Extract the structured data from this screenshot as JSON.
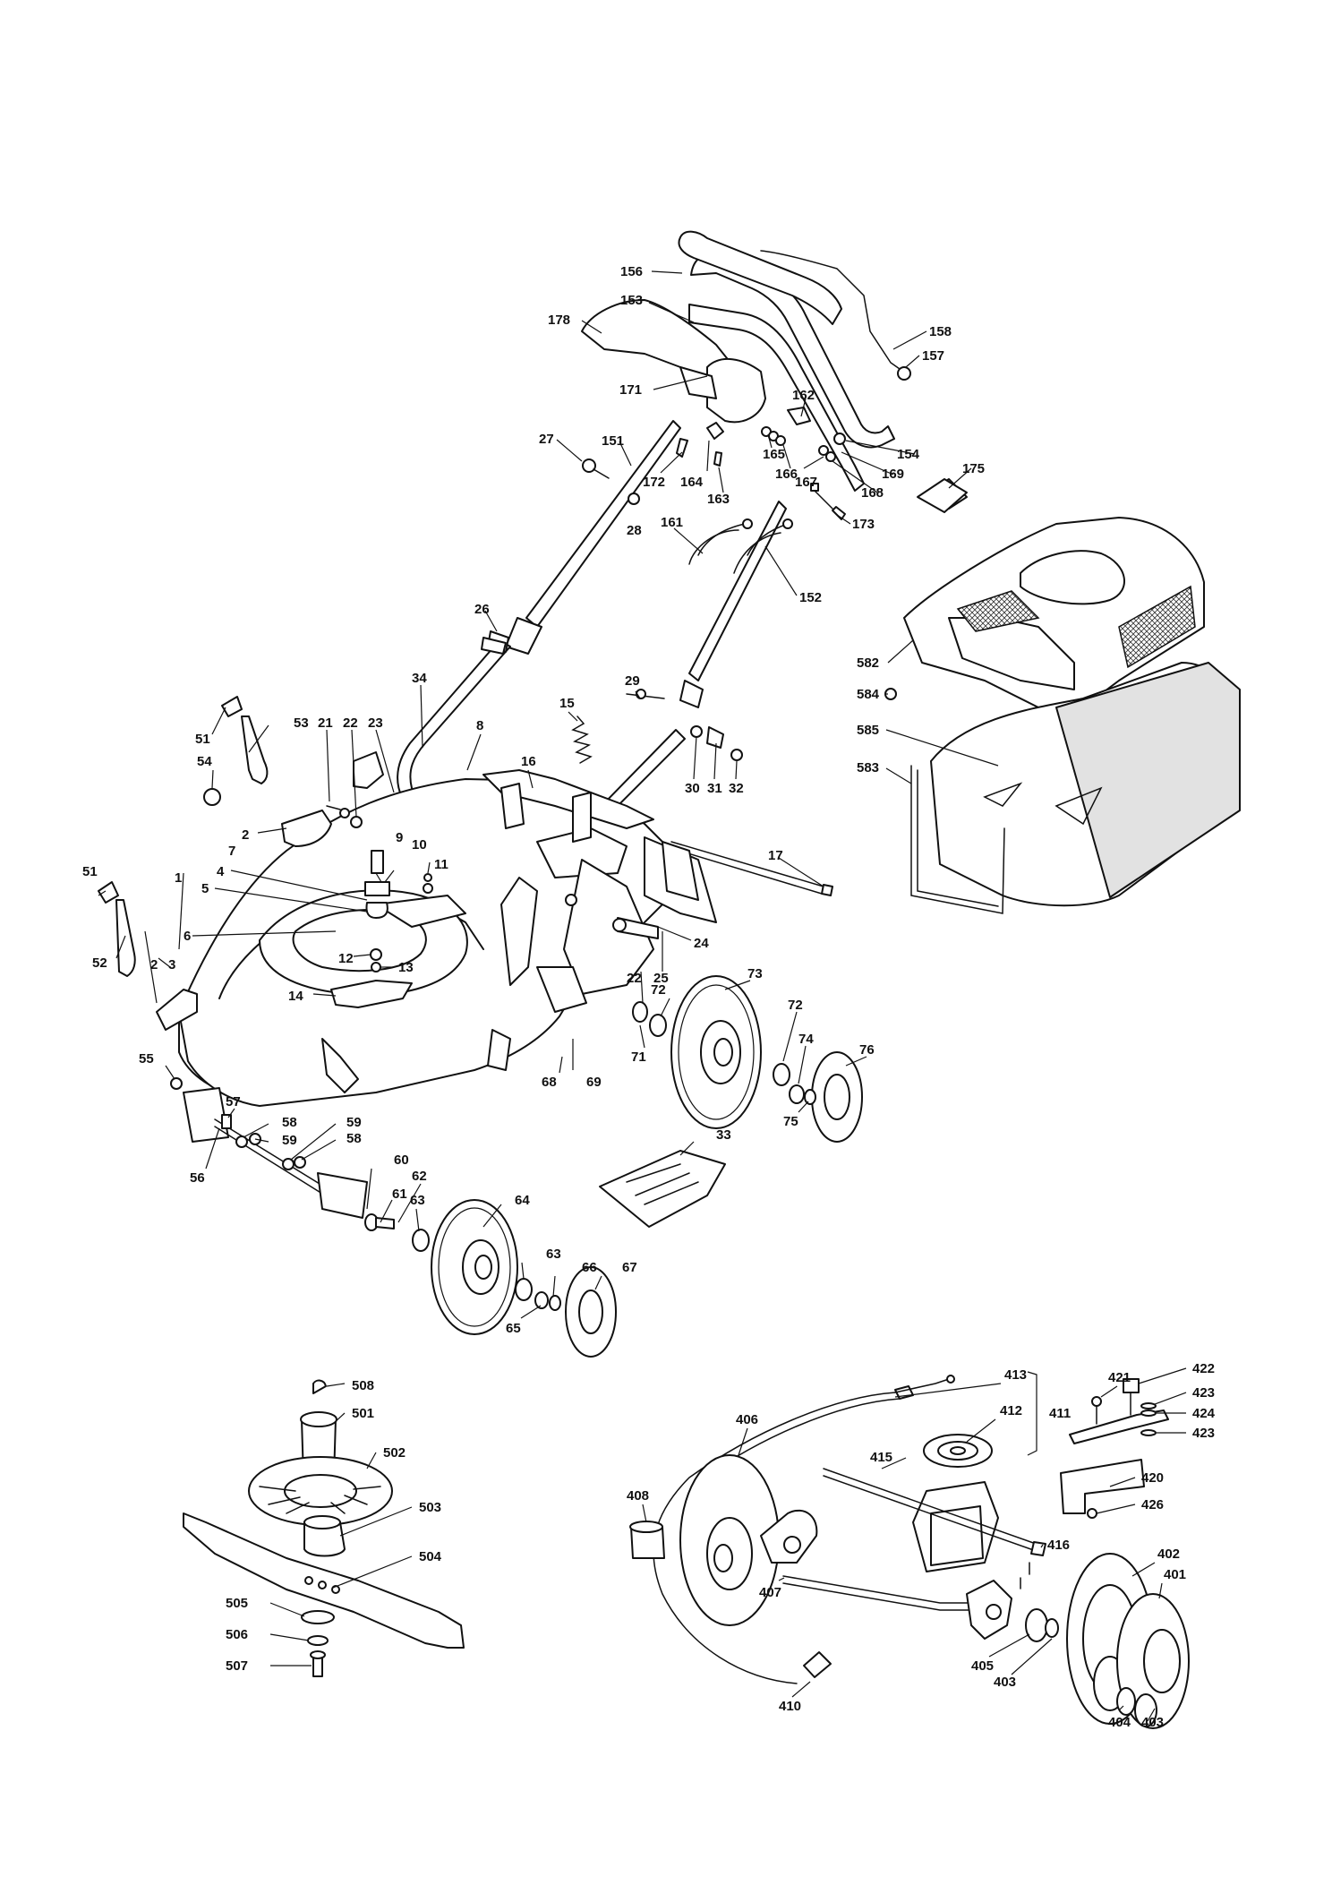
{
  "labels": {
    "l156": "156",
    "l153": "153",
    "l178": "178",
    "l158": "158",
    "l157": "157",
    "l171": "171",
    "l27": "27",
    "l151": "151",
    "l162": "162",
    "l154": "154",
    "l175": "175",
    "l165": "165",
    "l172": "172",
    "l164": "164",
    "l166": "166",
    "l167": "167",
    "l169": "169",
    "l163": "163",
    "l168": "168",
    "l173": "173",
    "l28": "28",
    "l161": "161",
    "l152": "152",
    "l26": "26",
    "l582": "582",
    "l584": "584",
    "l585": "585",
    "l583": "583",
    "l34": "34",
    "l29": "29",
    "l15": "15",
    "l51a": "51",
    "l53": "53",
    "l21": "21",
    "l22a": "22",
    "l23": "23",
    "l8": "8",
    "l16": "16",
    "l30": "30",
    "l31": "31",
    "l32": "32",
    "l54": "54",
    "l2a": "2",
    "l7": "7",
    "l9": "9",
    "l10": "10",
    "l11": "11",
    "l17": "17",
    "l1": "1",
    "l4": "4",
    "l5": "5",
    "l51b": "51",
    "l6": "6",
    "l3": "3",
    "l2b": "2",
    "l12": "12",
    "l13": "13",
    "l52": "52",
    "l24": "24",
    "l22b": "22",
    "l25": "25",
    "l72a": "72",
    "l73": "73",
    "l14": "14",
    "l72b": "72",
    "l71": "71",
    "l74": "74",
    "l76": "76",
    "l68": "68",
    "l69": "69",
    "l75": "75",
    "l55": "55",
    "l57": "57",
    "l58a": "58",
    "l59a": "59",
    "l59b": "59",
    "l58b": "58",
    "l33": "33",
    "l56": "56",
    "l60": "60",
    "l62": "62",
    "l61": "61",
    "l63a": "63",
    "l64": "64",
    "l63b": "63",
    "l66": "66",
    "l67": "67",
    "l65": "65",
    "l508": "508",
    "l501": "501",
    "l502": "502",
    "l503": "503",
    "l504": "504",
    "l505": "505",
    "l506": "506",
    "l507": "507",
    "l413": "413",
    "l411": "411",
    "l421": "421",
    "l422": "422",
    "l423a": "423",
    "l424": "424",
    "l423b": "423",
    "l412": "412",
    "l406": "406",
    "l415": "415",
    "l420": "420",
    "l408": "408",
    "l426": "426",
    "l416": "416",
    "l402": "402",
    "l401": "401",
    "l407": "407",
    "l405": "405",
    "l403a": "403",
    "l404": "404",
    "l403b": "403",
    "l410": "410"
  }
}
